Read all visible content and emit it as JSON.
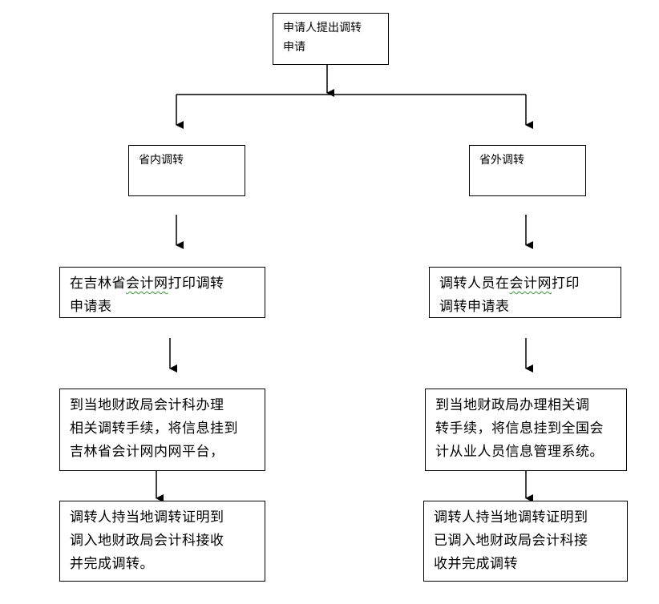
{
  "start": {
    "line1": "申请人提出调转",
    "line2": "申请"
  },
  "left": {
    "branch": "省内调转",
    "step1": {
      "pre": "在吉林省",
      "link": "会计网",
      "post": "打印调转",
      "line2": "申请表"
    },
    "step2": {
      "line1": "到当地财政局会计科办理",
      "line2": "相关调转手续，将信息挂到",
      "line3": "吉林省会计网内网平台，"
    },
    "step3": {
      "line1": "调转人持当地调转证明到",
      "line2": "调入地财政局会计科接收",
      "line3": "并完成调转。"
    }
  },
  "right": {
    "branch": "省外调转",
    "step1": {
      "pre": "调转人员在",
      "link": "会计网",
      "post": "打印",
      "line2": "调转申请表"
    },
    "step2": {
      "line1": "到当地财政局办理相关调",
      "line2": "转手续，将信息挂到全国会",
      "line3": "计从业人员信息管理系统。"
    },
    "step3": {
      "line1": "调转人持当地调转证明到",
      "line2": "已调入地财政局会计科接",
      "line3": "收并完成调转"
    }
  }
}
